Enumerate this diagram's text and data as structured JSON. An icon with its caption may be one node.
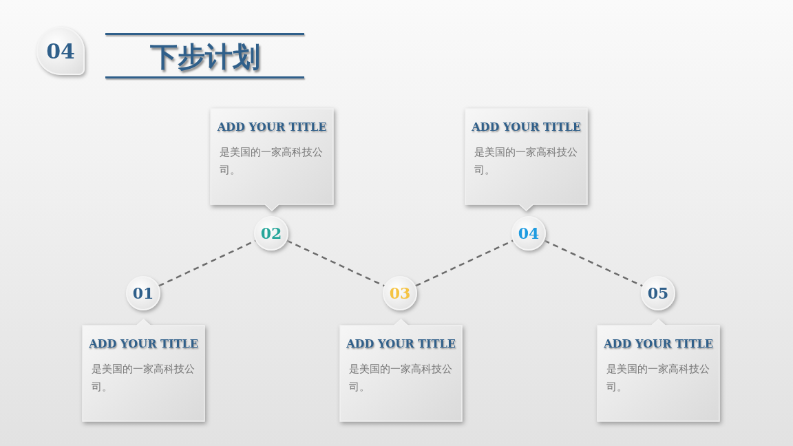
{
  "diagram": {
    "title": "下步计划",
    "nodes": [
      {
        "text": [
          "04"
        ]
      },
      {
        "text": [
          "ADD YOUR TITLE",
          "是美国的一家高科技公司。"
        ]
      },
      {
        "text": [
          "ADD YOUR TITLE",
          "是美国的一家高科技公司。"
        ]
      },
      {
        "text": [
          "02"
        ]
      },
      {
        "text": [
          "04"
        ]
      },
      {
        "text": [
          "01"
        ]
      },
      {
        "text": [
          "03"
        ]
      },
      {
        "text": [
          "05"
        ]
      },
      {
        "text": [
          "ADD YOUR TITLE",
          "是美国的一家高科技公司。"
        ]
      },
      {
        "text": [
          "ADD YOUR TITLE",
          "是美国的一家高科技公司。"
        ]
      },
      {
        "text": [
          "ADD YOUR TITLE",
          "是美国的一家高科技公司。"
        ]
      }
    ],
    "edges": [
      {
        "from": 5,
        "to": 3,
        "arrow": "none",
        "style": "dashed"
      },
      {
        "from": 3,
        "to": 6,
        "arrow": "none",
        "style": "dashed"
      },
      {
        "from": 6,
        "to": 4,
        "arrow": "none",
        "style": "dashed"
      },
      {
        "from": 4,
        "to": 7,
        "arrow": "none",
        "style": "dashed"
      }
    ]
  }
}
